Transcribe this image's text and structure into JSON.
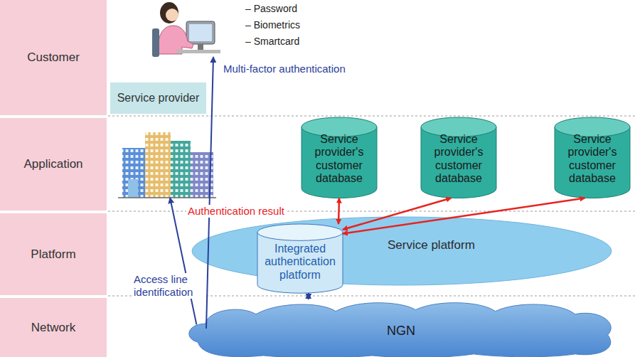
{
  "diagram": {
    "nodes": [
      {
        "text": [
          "Customer"
        ]
      },
      {
        "text": [
          "Application"
        ]
      },
      {
        "text": [
          "Platform"
        ]
      },
      {
        "text": [
          "Network"
        ]
      },
      {
        "text": [
          "Service provider"
        ]
      },
      {
        "text": [
          "Service provider's customer database"
        ]
      },
      {
        "text": [
          "Service provider's customer database"
        ]
      },
      {
        "text": [
          "Service provider's customer database"
        ]
      },
      {
        "text": [
          "Service platform"
        ]
      },
      {
        "text": [
          "Integrated authentication platform"
        ],
        "in": 8
      },
      {
        "text": [
          "NGN"
        ]
      }
    ],
    "edges": [
      {
        "from": 9,
        "to": 5,
        "arrow": "both"
      },
      {
        "from": 9,
        "to": 6,
        "arrow": "both"
      },
      {
        "from": 9,
        "to": 7,
        "arrow": "both"
      },
      {
        "from": 10,
        "to": 9,
        "arrow": "both"
      },
      {
        "from": 10,
        "to": 4,
        "arrow": "to"
      }
    ],
    "labels": [
      "– Password",
      "– Biometrics",
      "– Smartcard",
      "Multi-factor authentication",
      "Authentication result",
      "Access line identification"
    ]
  }
}
